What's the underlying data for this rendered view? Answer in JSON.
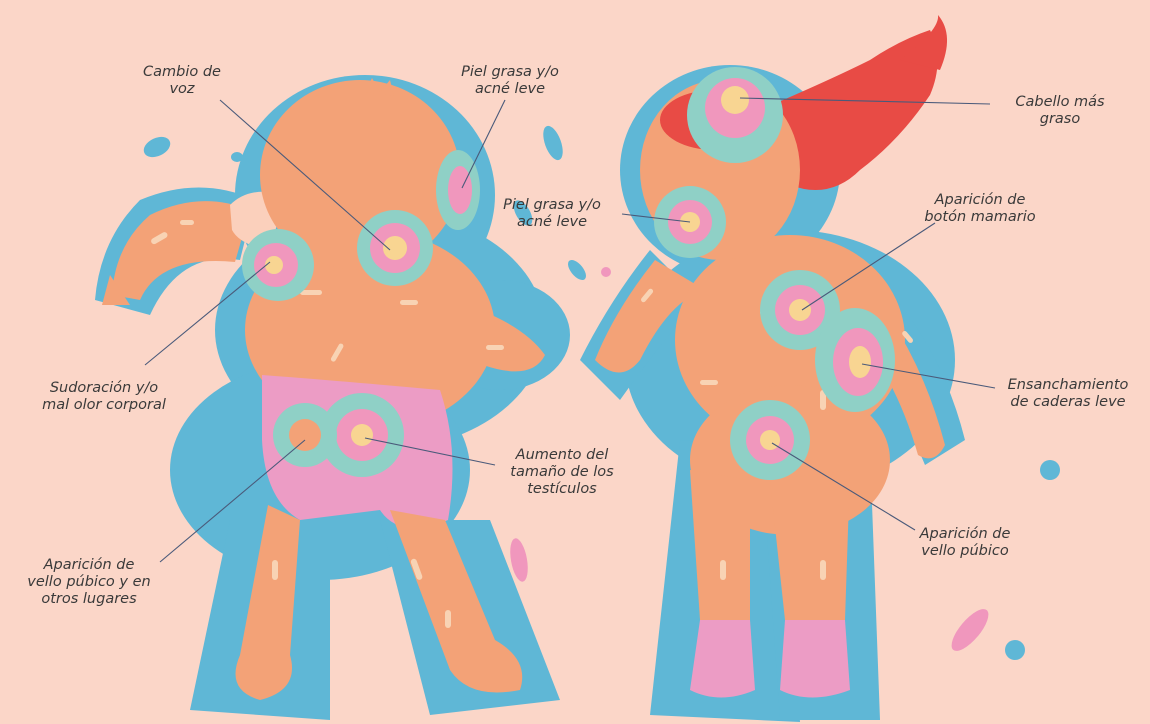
{
  "colors": {
    "background": "#fbd6c8",
    "outline_blue": "#5fb7d6",
    "skin": "#f3a277",
    "skin_light": "#f8bc92",
    "shorts_pink": "#ec9cc5",
    "hair_red": "#e84b45",
    "target_teal": "#8fd0c6",
    "target_pink": "#f097bd",
    "target_yellow": "#f8d592",
    "leader_line": "#4a5a7a",
    "label_text": "#3a3a3a"
  },
  "labels": {
    "voice_change": [
      "Cambio de",
      "voz"
    ],
    "oily_skin_boy": [
      "Piel grasa y/o",
      "acné leve"
    ],
    "sweat_odor": [
      "Sudoración y/o",
      "mal olor corporal"
    ],
    "testicles": [
      "Aumento del",
      "tamaño de los",
      "testículos"
    ],
    "body_hair_boy": [
      "Aparición de",
      "vello púbico y en",
      "otros lugares"
    ],
    "oily_hair": [
      "Cabello más",
      "graso"
    ],
    "oily_skin_girl": [
      "Piel grasa y/o",
      "acné leve"
    ],
    "breast_bud": [
      "Aparición de",
      "botón mamario"
    ],
    "hips": [
      "Ensanchamiento",
      "de caderas leve"
    ],
    "pubic_hair_girl": [
      "Aparición de",
      "vello púbico"
    ]
  }
}
